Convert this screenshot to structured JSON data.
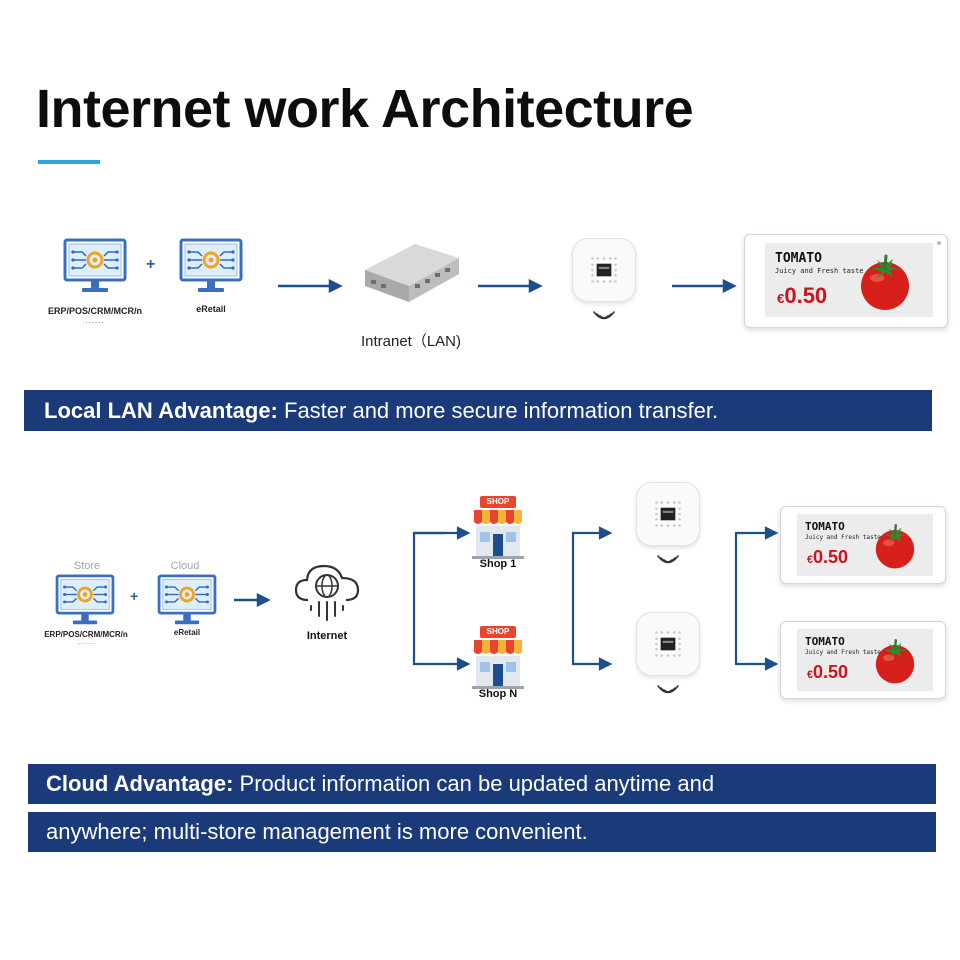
{
  "title": "Internet work Architecture",
  "lan": {
    "systems": {
      "label": "ERP/POS/CRM/MCR/n",
      "dots": "......"
    },
    "plus": "+",
    "eretail": {
      "label": "eRetail"
    },
    "switch_label": "Intranet（LAN)",
    "tag": {
      "name": "TOMATO",
      "desc": "Juicy and Fresh taste",
      "currency": "€",
      "price": "0.50"
    }
  },
  "lan_banner": {
    "bold": "Local LAN Advantage:",
    "text": " Faster and more secure information transfer."
  },
  "cloud": {
    "store_label": "Store",
    "cloud_label": "Cloud",
    "systems": {
      "label": "ERP/POS/CRM/MCR/n",
      "dots": "......"
    },
    "plus": "+",
    "eretail": {
      "label": "eRetail"
    },
    "internet_label": "Internet",
    "shops": [
      {
        "sign": "SHOP",
        "label": "Shop 1"
      },
      {
        "sign": "SHOP",
        "label": "Shop N"
      }
    ],
    "tags": [
      {
        "name": "TOMATO",
        "desc": "Juicy and Fresh taste",
        "currency": "€",
        "price": "0.50"
      },
      {
        "name": "TOMATO",
        "desc": "Juicy and Fresh taste",
        "currency": "€",
        "price": "0.50"
      }
    ]
  },
  "cloud_banner": {
    "bold": "Cloud Advantage:",
    "line1": " Product information can be updated anytime and",
    "line2": "anywhere; multi-store management is more convenient."
  },
  "colors": {
    "navy": "#1b3a7a",
    "accent": "#29a8e0",
    "arrow": "#1f4e8c",
    "price_red": "#d0121b"
  }
}
